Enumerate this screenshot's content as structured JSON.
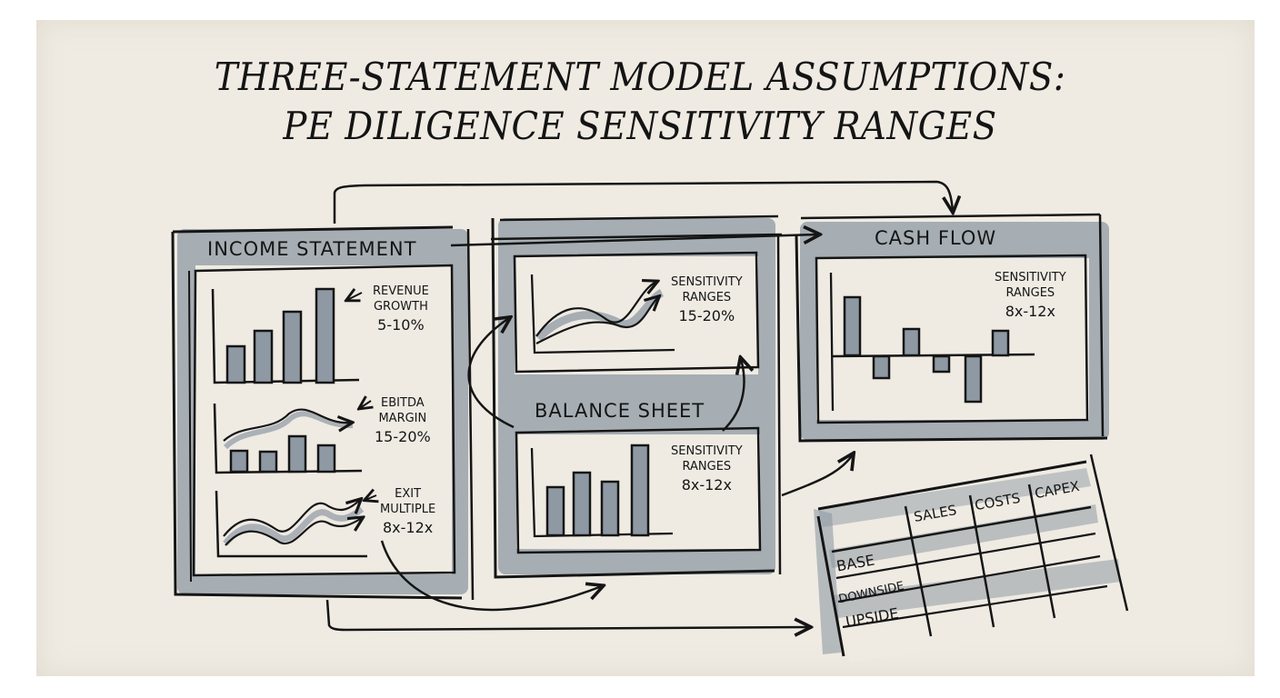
{
  "title": {
    "line1": "THREE-STATEMENT MODEL ASSUMPTIONS:",
    "line2": "PE DILIGENCE SENSITIVITY RANGES"
  },
  "colors": {
    "paper": "#efebe3",
    "ink": "#151515",
    "wash": "#8e99a3"
  },
  "income_statement": {
    "header": "INCOME STATEMENT",
    "panels": [
      {
        "chart": "bar",
        "label1": "REVENUE",
        "label2": "GROWTH",
        "value": "5-10%"
      },
      {
        "chart": "bar-with-trend",
        "label1": "EBITDA",
        "label2": "MARGIN",
        "value": "15-20%"
      },
      {
        "chart": "wave-lines",
        "label1": "EXIT",
        "label2": "MULTIPLE",
        "value": "8x-12x"
      }
    ]
  },
  "balance_sheet": {
    "header": "BALANCE SHEET",
    "panels": [
      {
        "chart": "wave-lines",
        "label1": "SENSITIVITY",
        "label2": "RANGES",
        "value": "15-20%"
      },
      {
        "chart": "bar",
        "label1": "SENSITIVITY",
        "label2": "RANGES",
        "value": "8x-12x"
      }
    ]
  },
  "cash_flow": {
    "header": "CASH FLOW",
    "label1": "SENSITIVITY",
    "label2": "RANGES",
    "value": "8x-12x"
  },
  "scenario_table": {
    "columns": [
      "SALES",
      "COSTS",
      "CAPEX"
    ],
    "rows": [
      "BASE",
      "DOWNSIDE",
      "UPSIDE"
    ]
  },
  "chart_data": [
    {
      "type": "bar",
      "title": "Revenue Growth",
      "annotation": "REVENUE GROWTH 5-10%",
      "categories": [
        "1",
        "2",
        "3",
        "4"
      ],
      "values": [
        4,
        6,
        8,
        11
      ]
    },
    {
      "type": "bar",
      "title": "EBITDA Margin",
      "annotation": "EBITDA MARGIN 15-20%",
      "categories": [
        "1",
        "2",
        "3",
        "4"
      ],
      "values": [
        3,
        3,
        5,
        4
      ]
    },
    {
      "type": "bar",
      "title": "Balance Sheet",
      "annotation": "SENSITIVITY RANGES 8x-12x",
      "categories": [
        "1",
        "2",
        "3",
        "4"
      ],
      "values": [
        5,
        7,
        6,
        10
      ]
    },
    {
      "type": "bar",
      "title": "Cash Flow",
      "annotation": "SENSITIVITY RANGES 8x-12x",
      "categories": [
        "1",
        "2",
        "3",
        "4",
        "5",
        "6"
      ],
      "values": [
        6,
        -2,
        3,
        -1.5,
        -5,
        3
      ]
    }
  ]
}
